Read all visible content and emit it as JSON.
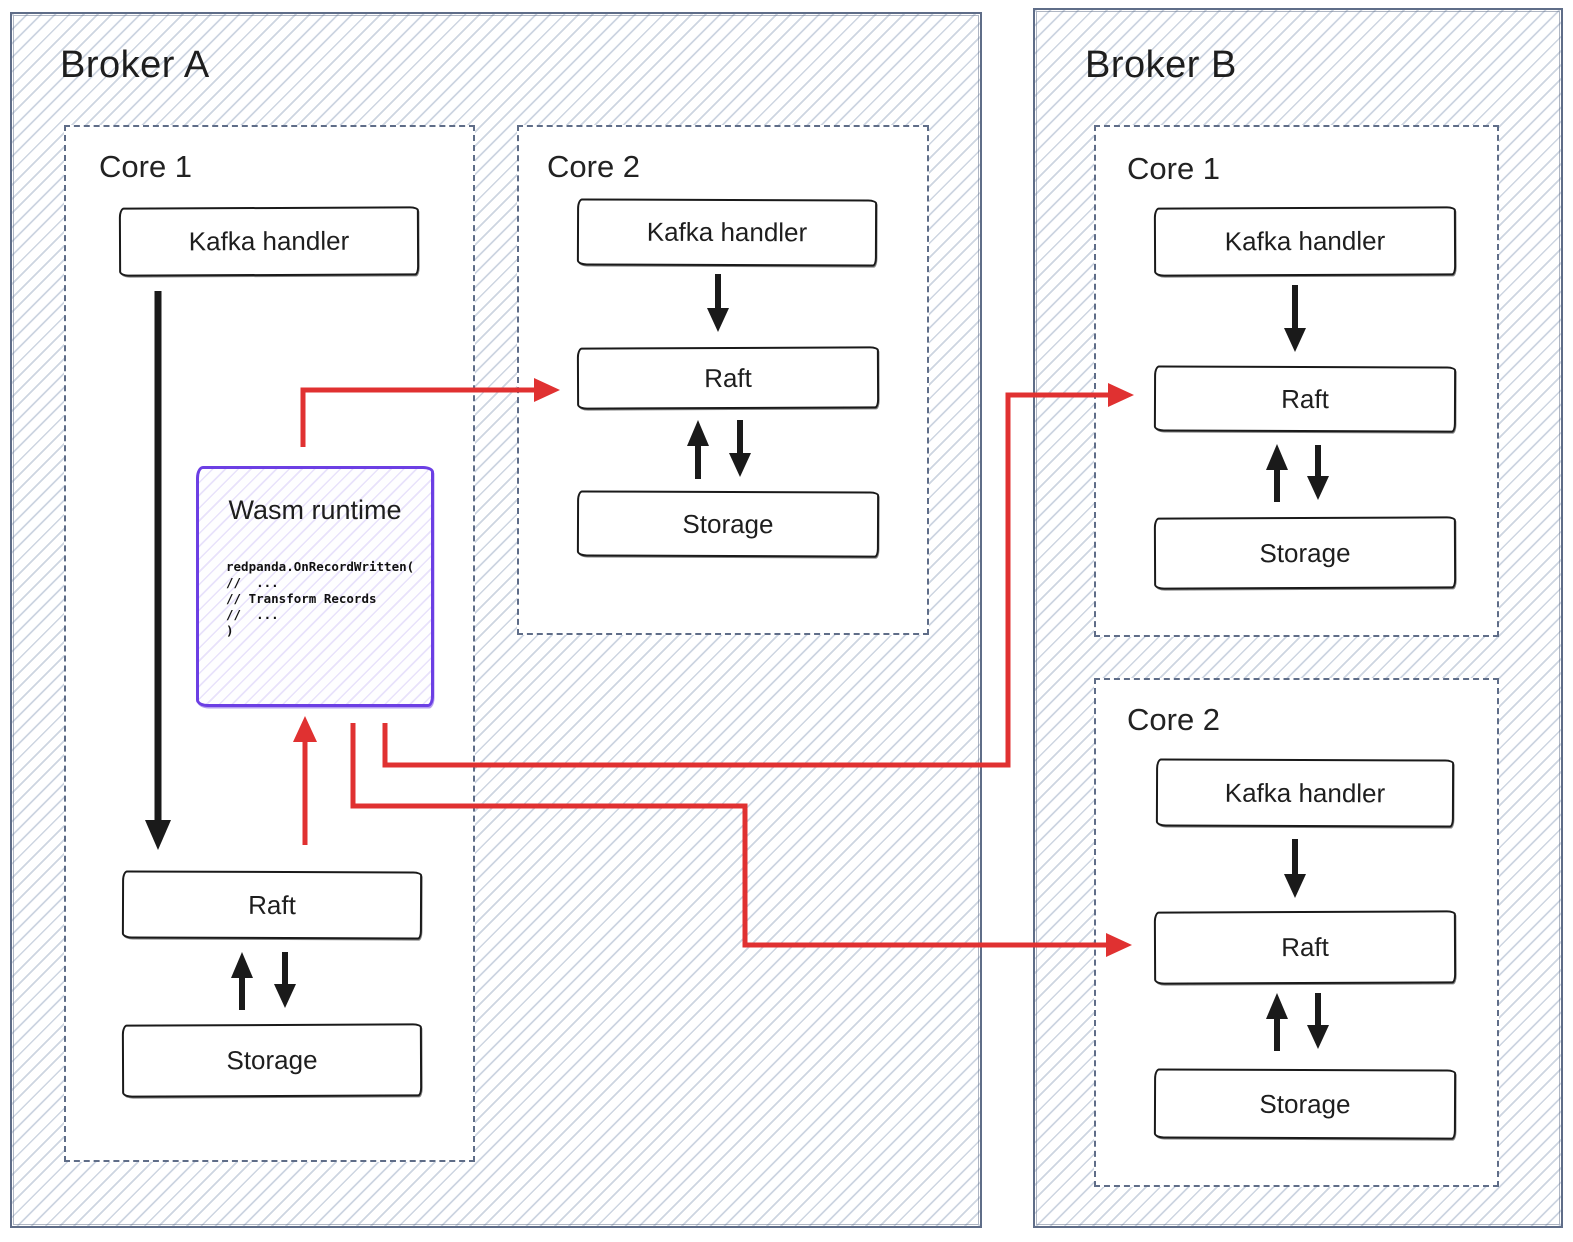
{
  "brokerA": {
    "title": "Broker A",
    "core1": {
      "title": "Core 1",
      "kafka": "Kafka handler",
      "wasm": {
        "title": "Wasm runtime",
        "code": [
          "redpanda.OnRecordWritten(",
          "//  ...",
          "// Transform Records",
          "//  ...",
          ")"
        ]
      },
      "raft": "Raft",
      "storage": "Storage"
    },
    "core2": {
      "title": "Core 2",
      "kafka": "Kafka handler",
      "raft": "Raft",
      "storage": "Storage"
    }
  },
  "brokerB": {
    "title": "Broker B",
    "core1": {
      "title": "Core 1",
      "kafka": "Kafka handler",
      "raft": "Raft",
      "storage": "Storage"
    },
    "core2": {
      "title": "Core 2",
      "kafka": "Kafka handler",
      "raft": "Raft",
      "storage": "Storage"
    }
  },
  "colors": {
    "red_arrow": "#e03131",
    "wasm_purple": "#6c3fe4",
    "sketch_black": "#1a1a1a",
    "frame_slate": "#5f6d88",
    "hatch_line": "#cdd5e1",
    "text_ink": "#1e1e1e"
  }
}
